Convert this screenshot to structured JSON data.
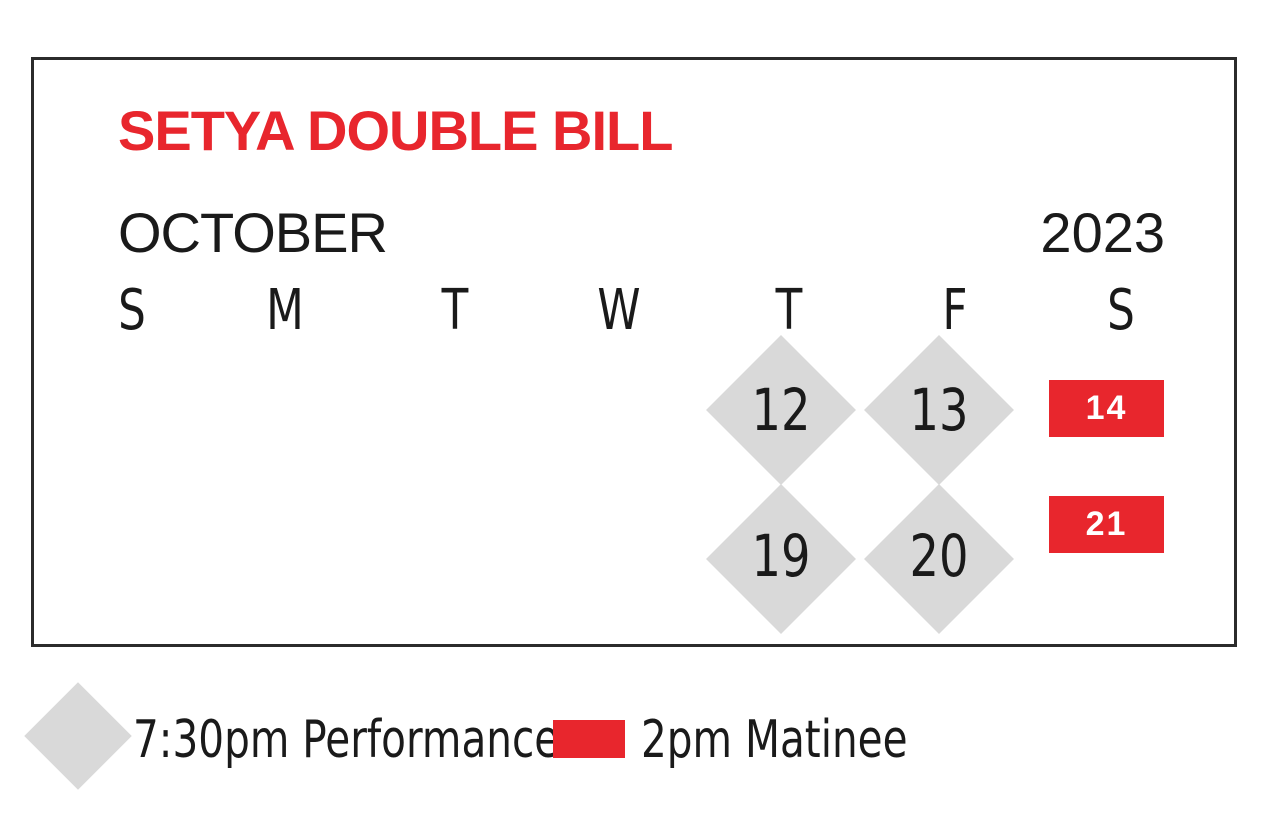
{
  "title": "SETYA DOUBLE BILL",
  "month": "OCTOBER",
  "year": "2023",
  "weekdays": [
    "S",
    "M",
    "T",
    "W",
    "T",
    "F",
    "S"
  ],
  "performances": [
    "12",
    "13",
    "19",
    "20"
  ],
  "matinees": [
    "14",
    "21"
  ],
  "legend": {
    "performance_label": "7:30pm Performance",
    "matinee_label": "2pm Matinee"
  },
  "colors": {
    "accent_red": "#e8262d",
    "diamond_gray": "#d9d9d9",
    "text": "#1a1a1a"
  }
}
